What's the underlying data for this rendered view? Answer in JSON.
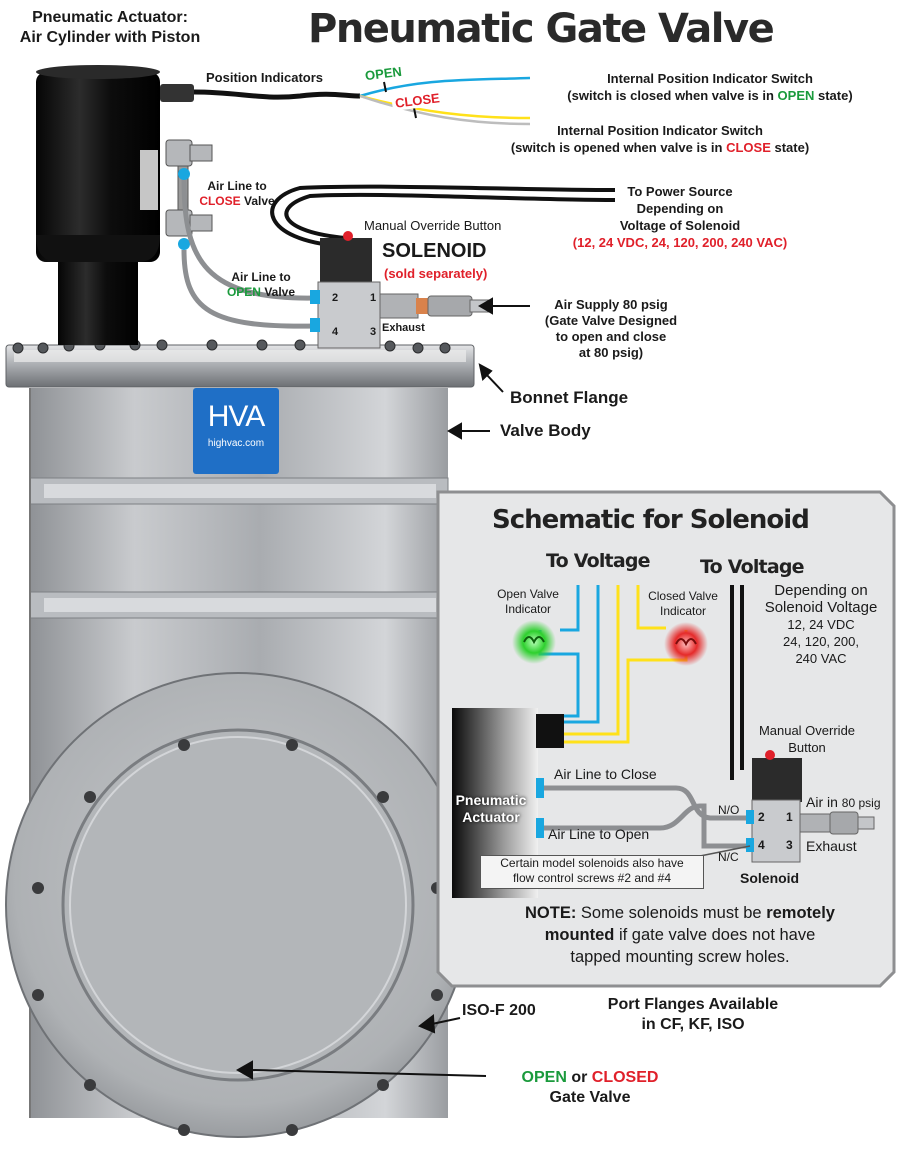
{
  "title": "Pneumatic Gate Valve",
  "actuator": {
    "line1": "Pneumatic Actuator:",
    "line2": "Air Cylinder with Piston"
  },
  "position_indicators": "Position Indicators",
  "tags": {
    "open": "OPEN",
    "close": "CLOSE"
  },
  "switch_open": {
    "line1": "Internal Position Indicator Switch",
    "line2_pre": "(switch is closed when valve is in ",
    "line2_state": "OPEN",
    "line2_post": " state)"
  },
  "switch_close": {
    "line1": "Internal Position Indicator Switch",
    "line2_pre": "(switch is opened when valve is in ",
    "line2_state": "CLOSE",
    "line2_post": " state)"
  },
  "air_close": {
    "line1": "Air Line to",
    "line2_state": "CLOSE",
    "line2_post": " Valve"
  },
  "air_open": {
    "line1": "Air Line to",
    "line2_state": "OPEN",
    "line2_post": " Valve"
  },
  "power": {
    "line1": "To Power Source",
    "line2": "Depending on",
    "line3": "Voltage of Solenoid",
    "line4": "(12, 24 VDC, 24, 120, 200, 240 VAC)"
  },
  "manual_override": "Manual Override Button",
  "solenoid": {
    "label": "SOLENOID",
    "sub": "(sold separately)",
    "exhaust": "Exhaust",
    "port1": "1",
    "port2": "2",
    "port3": "3",
    "port4": "4"
  },
  "air_supply": {
    "line1": "Air Supply 80 psig",
    "line2": "(Gate Valve Designed",
    "line3": "to open and close",
    "line4": "at 80 psig)"
  },
  "bonnet_flange": "Bonnet Flange",
  "valve_body": "Valve Body",
  "logo": {
    "mark": "HVA",
    "site": "highvac.com"
  },
  "schematic": {
    "title": "Schematic for Solenoid",
    "to_voltage_left": "To Voltage",
    "to_voltage_right": "To Voltage",
    "depending": {
      "line1": "Depending on",
      "line2": "Solenoid Voltage",
      "line3": "12, 24 VDC",
      "line4": "24, 120, 200,",
      "line5": "240 VAC"
    },
    "open_indicator": {
      "line1": "Open Valve",
      "line2": "Indicator"
    },
    "closed_indicator": {
      "line1": "Closed Valve",
      "line2": "Indicator"
    },
    "manual_override": {
      "line1": "Manual Override",
      "line2": "Button"
    },
    "actuator": {
      "line1": "Pneumatic",
      "line2": "Actuator"
    },
    "air_line_close": "Air Line to Close",
    "air_line_open": "Air Line to Open",
    "no": "N/O",
    "nc": "N/C",
    "air_in": "Air in",
    "air_in_psig": "80 psig",
    "exhaust": "Exhaust",
    "solenoid": "Solenoid",
    "port1": "1",
    "port2": "2",
    "port3": "3",
    "port4": "4",
    "flow_note": {
      "line1": "Certain model solenoids also have",
      "line2": "flow control screws #2 and #4"
    },
    "note": {
      "lead": "NOTE:",
      "t1": " Some solenoids must be ",
      "b1": "remotely",
      "b2": "mounted",
      "t2": " if gate valve does not have",
      "t3": "tapped mounting screw holes."
    }
  },
  "iso": "ISO-F 200",
  "port_flanges": {
    "line1": "Port Flanges Available",
    "line2": "in CF, KF, ISO"
  },
  "gate": {
    "open": "OPEN",
    "or": " or ",
    "closed": "CLOSED",
    "line2": "Gate Valve"
  },
  "colors": {
    "red": "#e0202a",
    "green": "#1a9a3c",
    "blue": "#19a7e0",
    "yellow": "#ffe11a",
    "logo_blue": "#1f6fc6"
  }
}
